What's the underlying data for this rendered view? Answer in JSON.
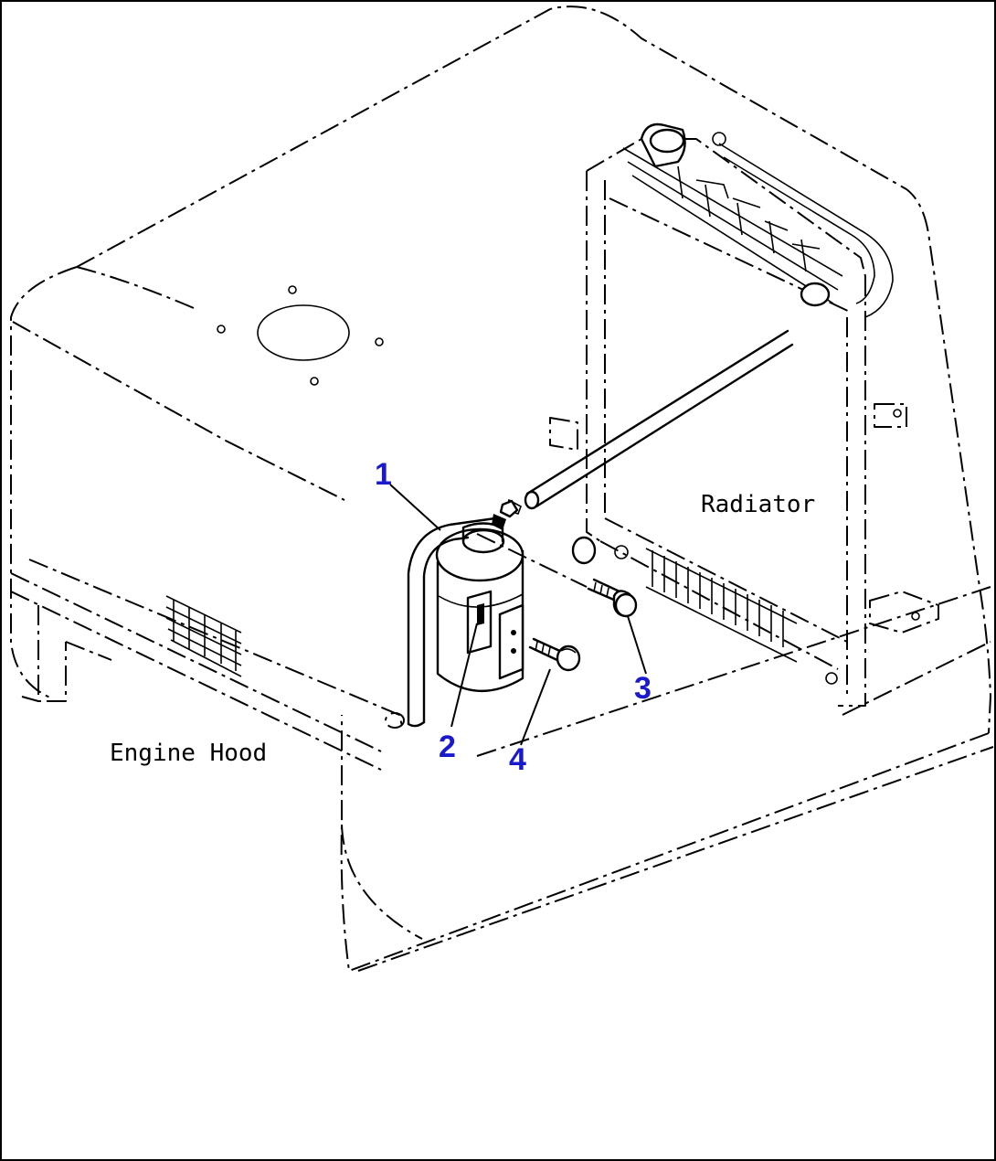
{
  "labels": {
    "radiator": "Radiator",
    "engine_hood": "Engine Hood"
  },
  "callouts": [
    {
      "number": "1"
    },
    {
      "number": "2"
    },
    {
      "number": "3"
    },
    {
      "number": "4"
    }
  ],
  "colors": {
    "line": "#000000",
    "callout": "#1a1acc",
    "background": "#ffffff"
  }
}
